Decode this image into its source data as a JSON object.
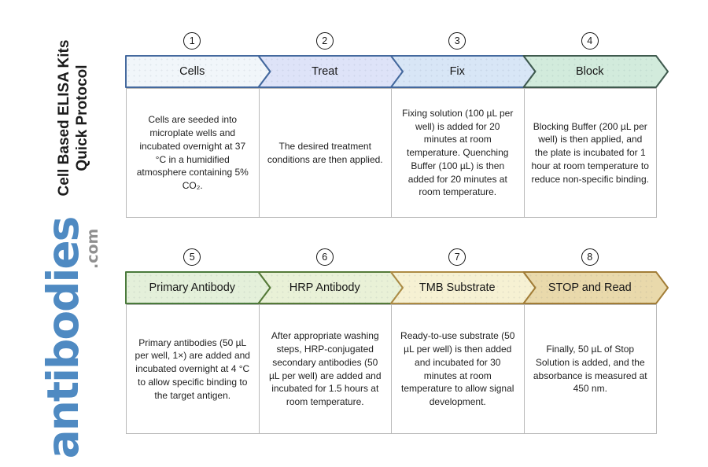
{
  "branding": {
    "title_line1": "Cell Based ELISA Kits",
    "title_line2": "Quick Protocol",
    "logo_text": "antibodies",
    "logo_suffix": ".com",
    "logo_color": "#4f8ac2",
    "logo_suffix_color": "#8f8f8f"
  },
  "steps": [
    {
      "number": "1",
      "label": "Cells",
      "fill": "#f1f6fa",
      "border": "#44699e",
      "description": "Cells are seeded into microplate wells and incubated overnight at 37 °C in a humidified atmosphere containing 5% CO₂."
    },
    {
      "number": "2",
      "label": "Treat",
      "fill": "#dee3f8",
      "border": "#44699e",
      "description": "The desired treatment conditions are then applied."
    },
    {
      "number": "3",
      "label": "Fix",
      "fill": "#d8e6f6",
      "border": "#44699e",
      "description": "Fixing solution (100 µL per well) is added for 20 minutes at room temperature. Quenching Buffer (100 µL) is then added for 20 minutes at room temperature."
    },
    {
      "number": "4",
      "label": "Block",
      "fill": "#d2ebdc",
      "border": "#3f5a4e",
      "description": "Blocking Buffer (200 µL per well) is then applied, and the plate is incubated for 1 hour at room temperature to reduce non-specific binding."
    },
    {
      "number": "5",
      "label": "Primary Antibody",
      "fill": "#e4f0da",
      "border": "#4a7a3b",
      "description": "Primary antibodies (50 µL per well, 1×) are added and incubated overnight at 4 °C to allow specific binding to the target antigen."
    },
    {
      "number": "6",
      "label": "HRP Antibody",
      "fill": "#e9f1d7",
      "border": "#557a38",
      "description": "After appropriate washing steps, HRP-conjugated secondary antibodies (50 µL per well) are added and incubated for 1.5 hours at room temperature."
    },
    {
      "number": "7",
      "label": "TMB Substrate",
      "fill": "#f6f1d3",
      "border": "#ad8b44",
      "description": "Ready-to-use substrate (50 µL per well) is then added and incubated for 30 minutes at room temperature to allow signal development."
    },
    {
      "number": "8",
      "label": "STOP and Read",
      "fill": "#e9d9ab",
      "border": "#a27d37",
      "description": "Finally, 50 µL of Stop Solution is added, and the absorbance is measured at 450 nm."
    }
  ]
}
